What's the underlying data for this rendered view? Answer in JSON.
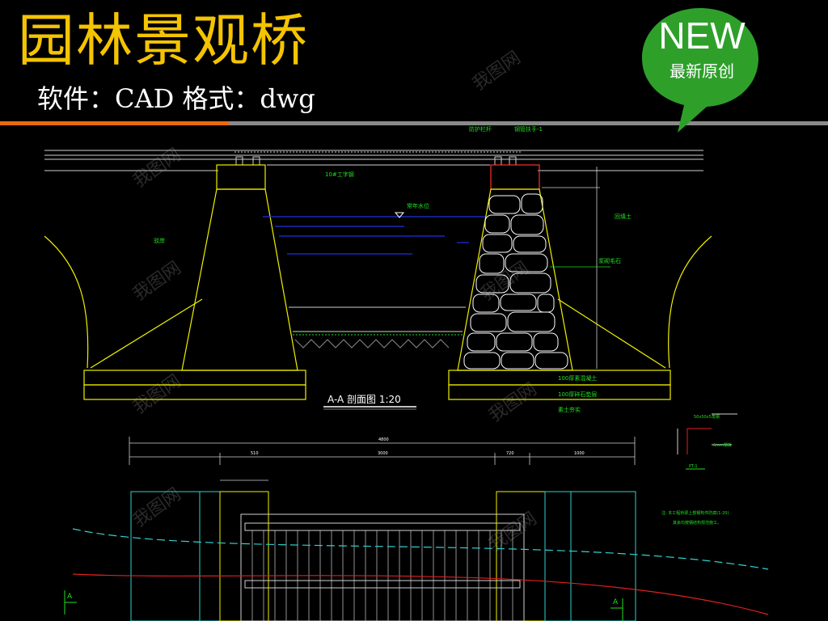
{
  "header": {
    "title": "园林景观桥",
    "subtitle": "软件：CAD 格式：dwg"
  },
  "badge": {
    "label": "NEW",
    "sublabel": "最新原创",
    "color": "#2ea02a"
  },
  "drawing": {
    "section_title": "A-A 剖面图  1:20",
    "labels": {
      "rail_top_left": "防护栏杆",
      "rail_top_right": "钢管扶手-1",
      "beam_label": "10#工字钢",
      "water_label": "常年水位",
      "wall_label": "回填土",
      "stone_label": "浆砌毛石",
      "side_label": "驳岸",
      "layer1": "100厚素混凝土",
      "layer2": "100厚碎石垫层",
      "layer3": "素土夯实",
      "plan_note_1": "注: 本工程桥梁上部钢构件防腐(1:20)",
      "plan_note_2": "其余均按钢结构规范施工。",
      "detail_label_1": "50x50x5角钢",
      "detail_label_2": "6mm钢板",
      "detail_tag": "PT-1",
      "a_marker": "A"
    },
    "dims": {
      "total": "4800",
      "d1": "510",
      "d2": "3000",
      "d3": "720",
      "d4": "1000"
    }
  },
  "watermark": "我图网",
  "colors": {
    "title": "#f5c400",
    "accent_orange": "#e86a12",
    "cad_yellow": "#f0f000",
    "cad_blue": "#2030e0",
    "cad_cyan": "#30d0d0",
    "cad_green": "#20e020",
    "cad_red": "#e02020"
  }
}
